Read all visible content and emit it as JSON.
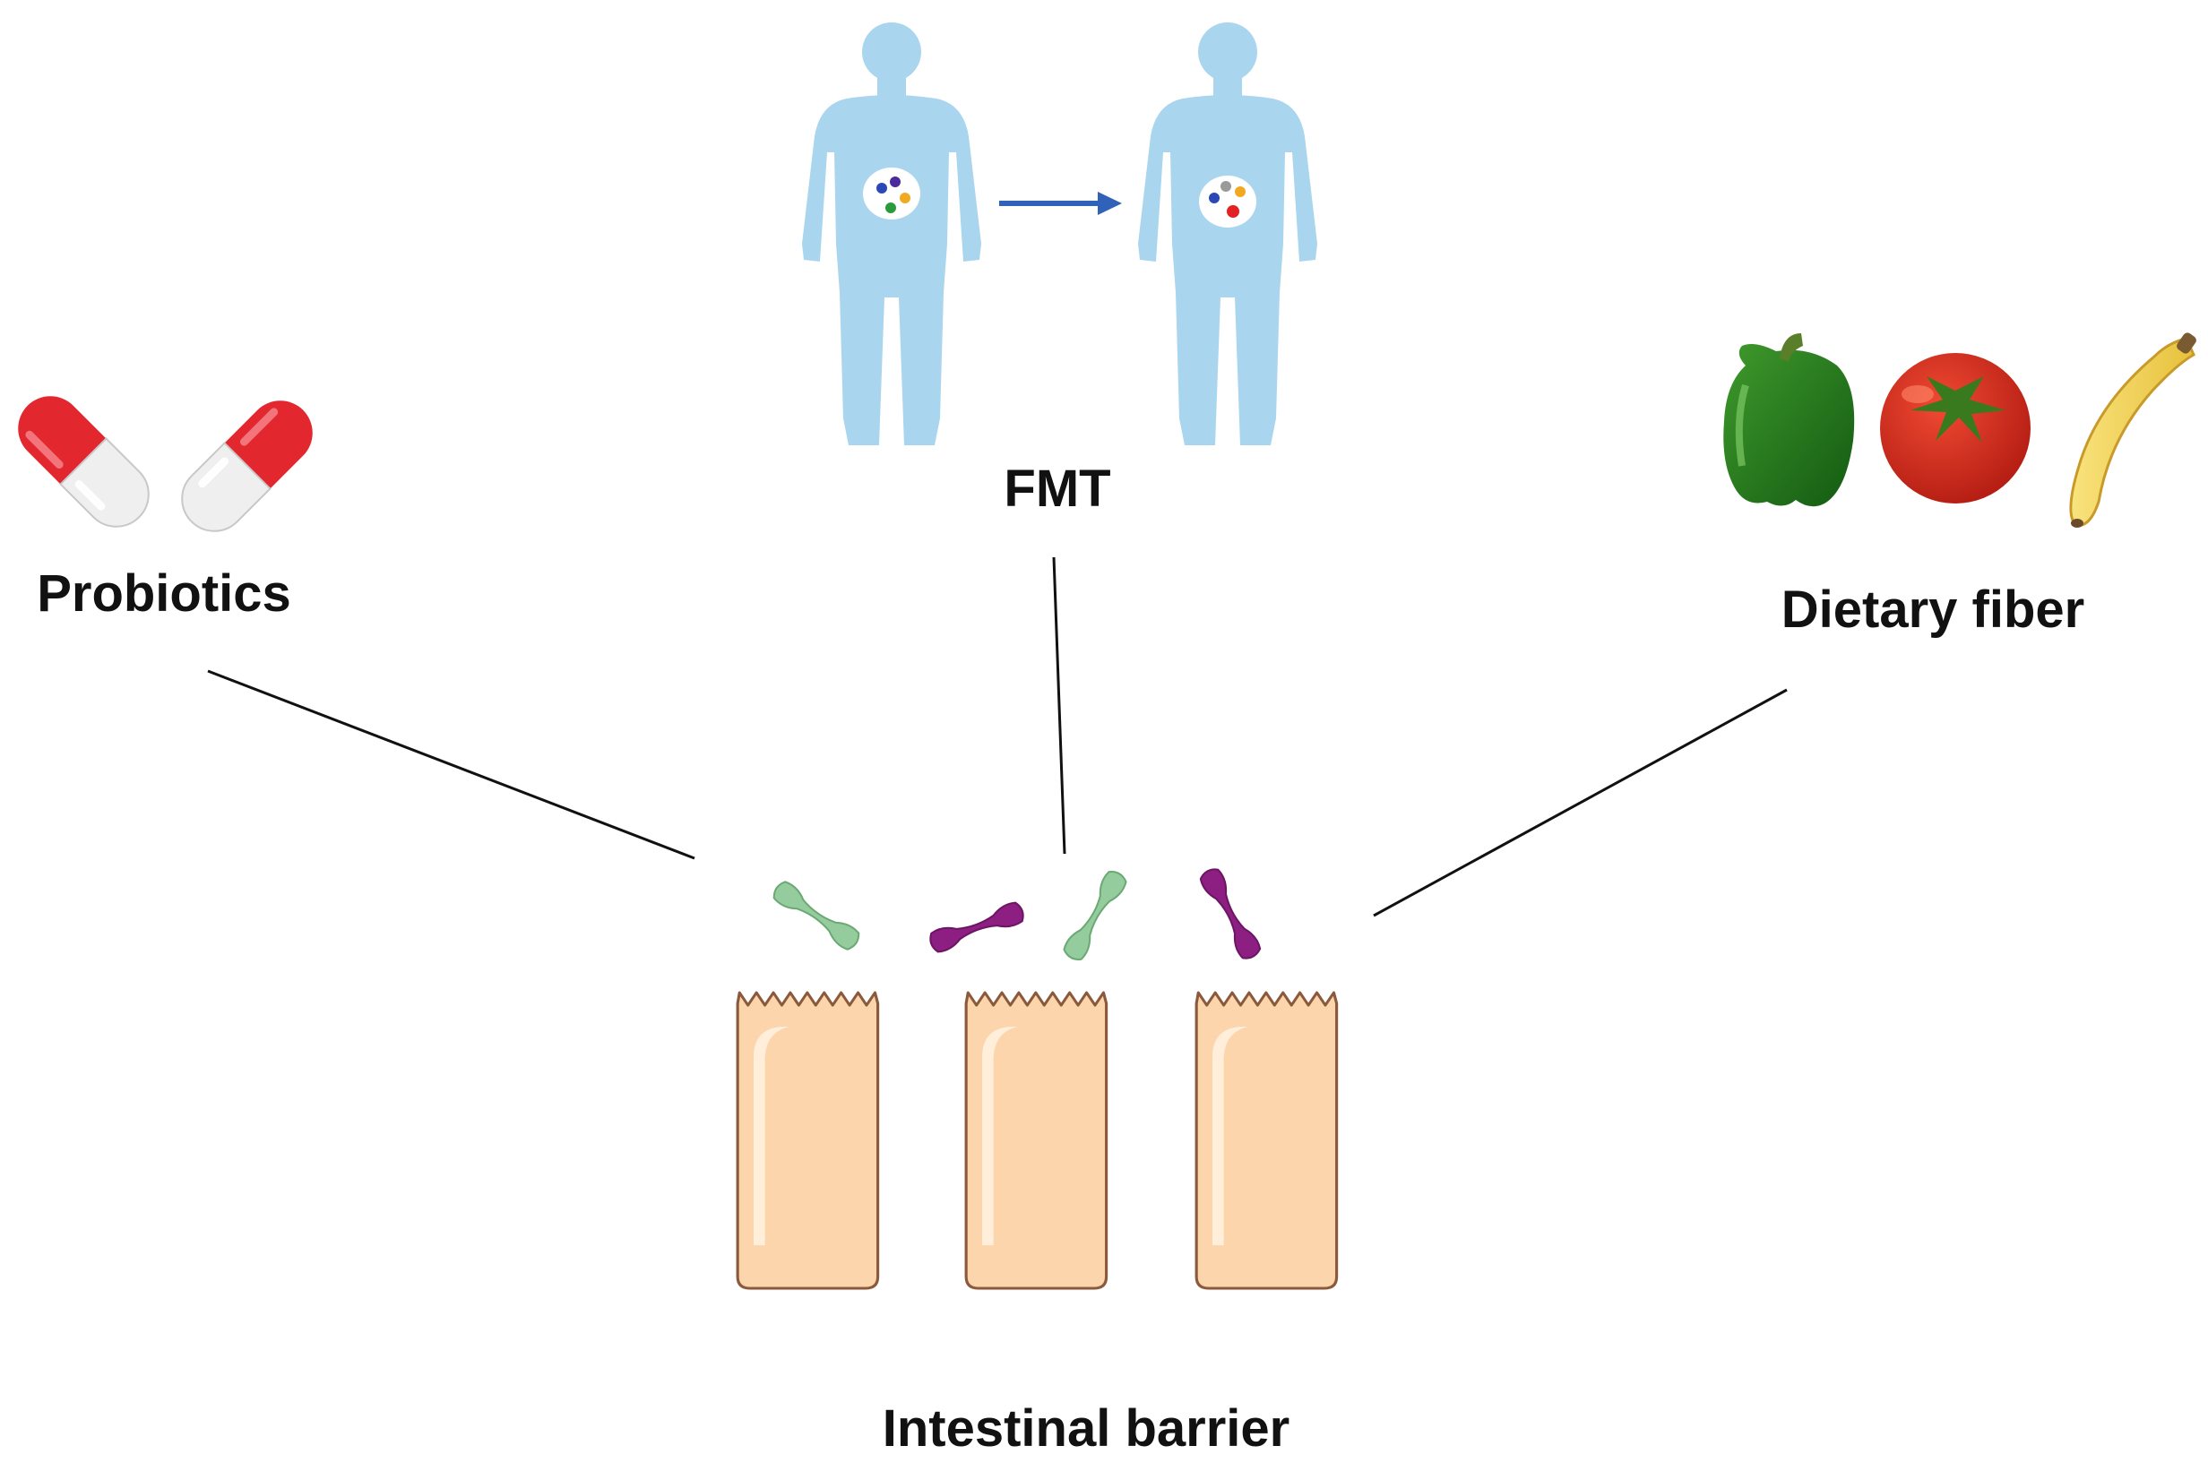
{
  "labels": {
    "probiotics": "Probiotics",
    "fmt": "FMT",
    "fiber": "Dietary fiber",
    "barrier": "Intestinal barrier"
  },
  "colors": {
    "body": "#a9d6ee",
    "capsule_red": "#e3272f",
    "capsule_white": "#efefef",
    "cell_fill": "#fcd5ad",
    "cell_stroke": "#8b5a3c",
    "bacteria_green": "#95cc9e",
    "bacteria_purple": "#8d1f82",
    "arrow": "#2f62b8",
    "line": "#111111"
  },
  "icons": [
    "capsule-icon",
    "human-body-icon",
    "arrow-right-icon",
    "bell-pepper-icon",
    "tomato-icon",
    "banana-icon",
    "bacterium-icon",
    "epithelial-cell-icon"
  ]
}
